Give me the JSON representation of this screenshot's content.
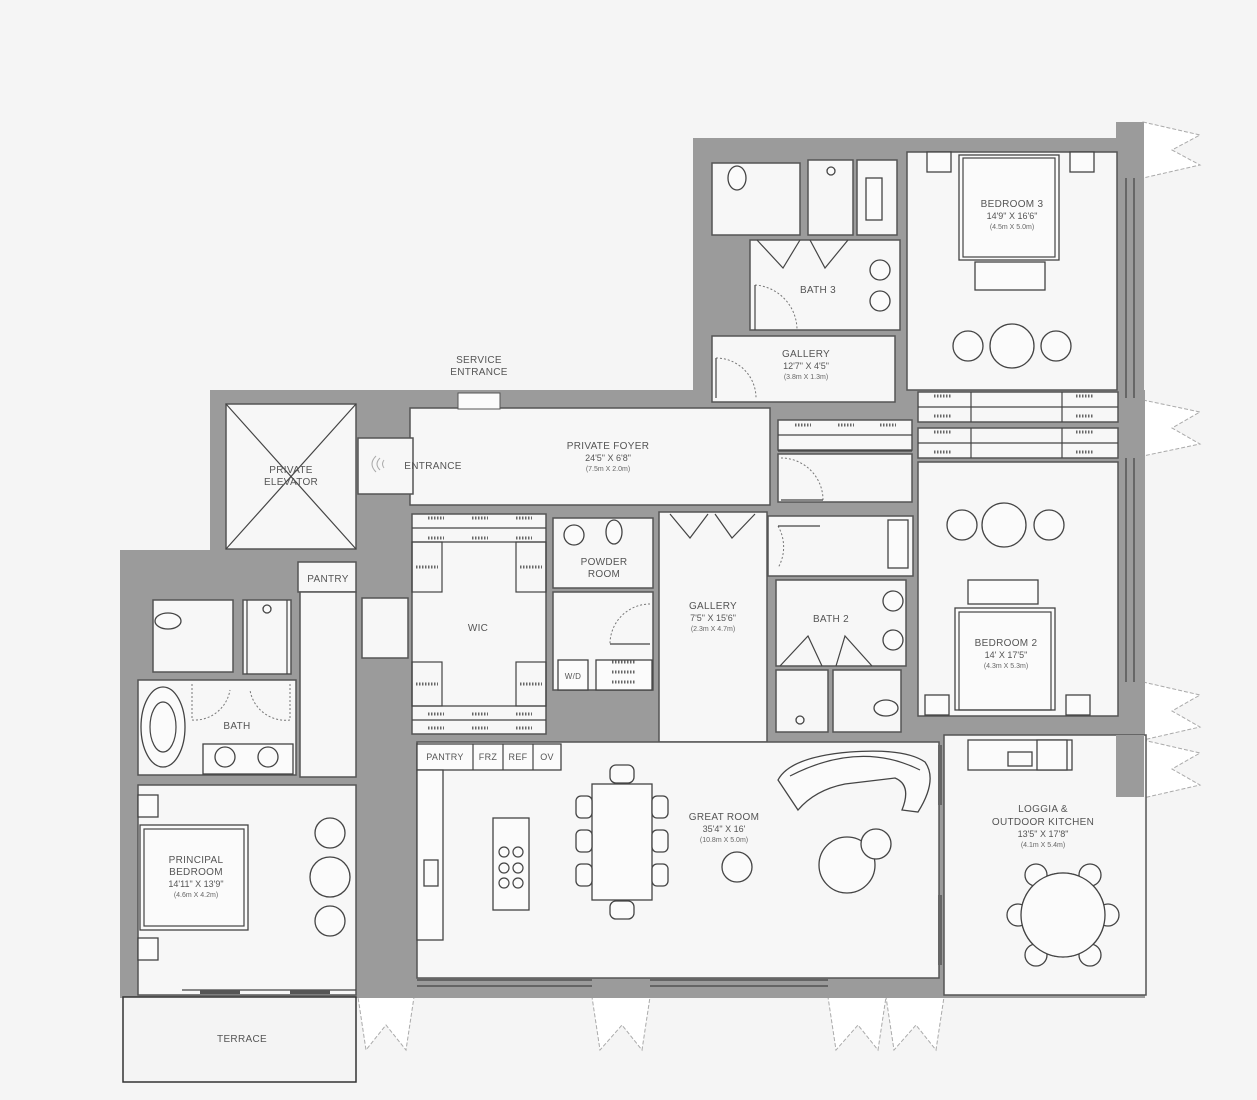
{
  "plan": {
    "rooms": {
      "bedroom3": {
        "name": "BEDROOM 3",
        "dim": "14'9\" X 16'6\"",
        "metric": "(4.5m X 5.0m)"
      },
      "bath3": {
        "name": "BATH 3"
      },
      "gallery_north": {
        "name": "GALLERY",
        "dim": "12'7\" X 4'5\"",
        "metric": "(3.8m X 1.3m)"
      },
      "service_entrance": {
        "line1": "SERVICE",
        "line2": "ENTRANCE"
      },
      "private_foyer": {
        "name": "PRIVATE FOYER",
        "dim": "24'5\" X 6'8\"",
        "metric": "(7.5m X 2.0m)"
      },
      "entrance": {
        "name": "ENTRANCE"
      },
      "private_elevator": {
        "line1": "PRIVATE",
        "line2": "ELEVATOR"
      },
      "pantry_west": {
        "name": "PANTRY"
      },
      "wic": {
        "name": "WIC"
      },
      "powder_room": {
        "line1": "POWDER",
        "line2": "ROOM"
      },
      "wd": {
        "name": "W/D"
      },
      "gallery_central": {
        "name": "GALLERY",
        "dim": "7'5\" X 15'6\"",
        "metric": "(2.3m X 4.7m)"
      },
      "bath2": {
        "name": "BATH 2"
      },
      "bedroom2": {
        "name": "BEDROOM 2",
        "dim": "14' X 17'5\"",
        "metric": "(4.3m X 5.3m)"
      },
      "bath_principal": {
        "name": "BATH"
      },
      "principal_bedroom": {
        "line1": "PRINCIPAL",
        "line2": "BEDROOM",
        "dim": "14'11\" X 13'9\"",
        "metric": "(4.6m X 4.2m)"
      },
      "terrace": {
        "name": "TERRACE"
      },
      "great_room": {
        "name": "GREAT ROOM",
        "dim": "35'4\" X 16'",
        "metric": "(10.8m X 5.0m)"
      },
      "loggia": {
        "line1": "LOGGIA &",
        "line2": "OUTDOOR KITCHEN",
        "dim": "13'5\" X 17'8\"",
        "metric": "(4.1m X 5.4m)"
      }
    },
    "kitchen_labels": {
      "pantry": "PANTRY",
      "frz": "FRZ",
      "ref": "REF",
      "ov": "OV"
    },
    "colors": {
      "wall": "#9b9b9b",
      "floor": "#f7f7f7",
      "background": "#f5f5f5",
      "line": "#444444"
    }
  }
}
